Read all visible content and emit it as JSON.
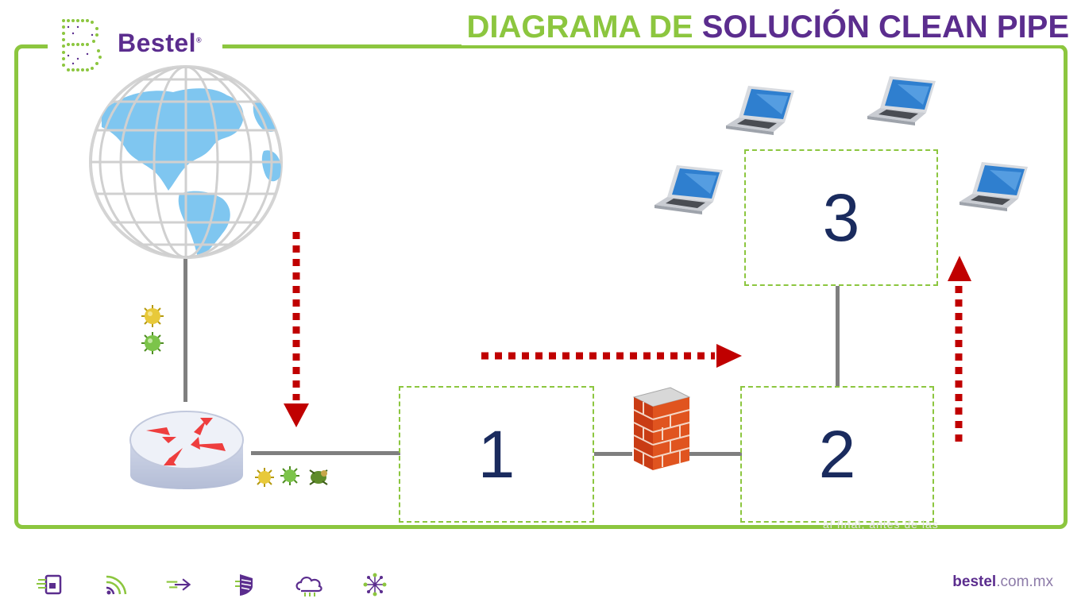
{
  "header": {
    "brand": "Bestel",
    "brand_mark": "®",
    "title_part1": "DIAGRAMA DE ",
    "title_part2": "SOLUCIÓN CLEAN PIPE"
  },
  "diagram": {
    "nodes": [
      {
        "id": "box-1",
        "label": "1"
      },
      {
        "id": "box-2",
        "label": "2"
      },
      {
        "id": "box-3",
        "label": "3"
      }
    ],
    "faint_text": "al final, antes de las"
  },
  "colors": {
    "accent_green": "#8cc63f",
    "brand_purple": "#5b2d8e",
    "arrow_red": "#c00000",
    "number_navy": "#1a2b5e"
  },
  "icons": [
    "globe-icon",
    "router-icon",
    "firewall-icon",
    "laptop-icon",
    "virus-icon"
  ],
  "footer": {
    "url_bold": "bestel",
    "url_rest": ".com.mx",
    "icons": [
      "server-icon",
      "wireless-icon",
      "data-flow-icon",
      "shield-icon",
      "cloud-icon",
      "network-icon"
    ]
  }
}
